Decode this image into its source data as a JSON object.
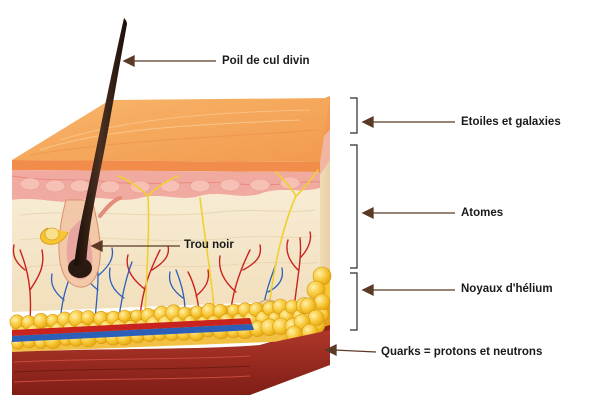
{
  "labels": {
    "hair": "Poil de cul divin",
    "stars": "Etoiles et galaxies",
    "atoms": "Atomes",
    "black_hole": "Trou noir",
    "helium": "Noyaux d'hélium",
    "quarks": "Quarks = protons et neutrons"
  },
  "colors": {
    "arrow": "#5a3a24",
    "epidermis_top": "#f4a35c",
    "epidermis_front": "#f7c58c",
    "dermis": "#f6ead0",
    "fat": "#f7c531",
    "muscle": "#9b2a1f",
    "artery": "#c8231f",
    "vein": "#2b5fb8",
    "nerve": "#f0d030",
    "hair": "#2a1a12"
  }
}
